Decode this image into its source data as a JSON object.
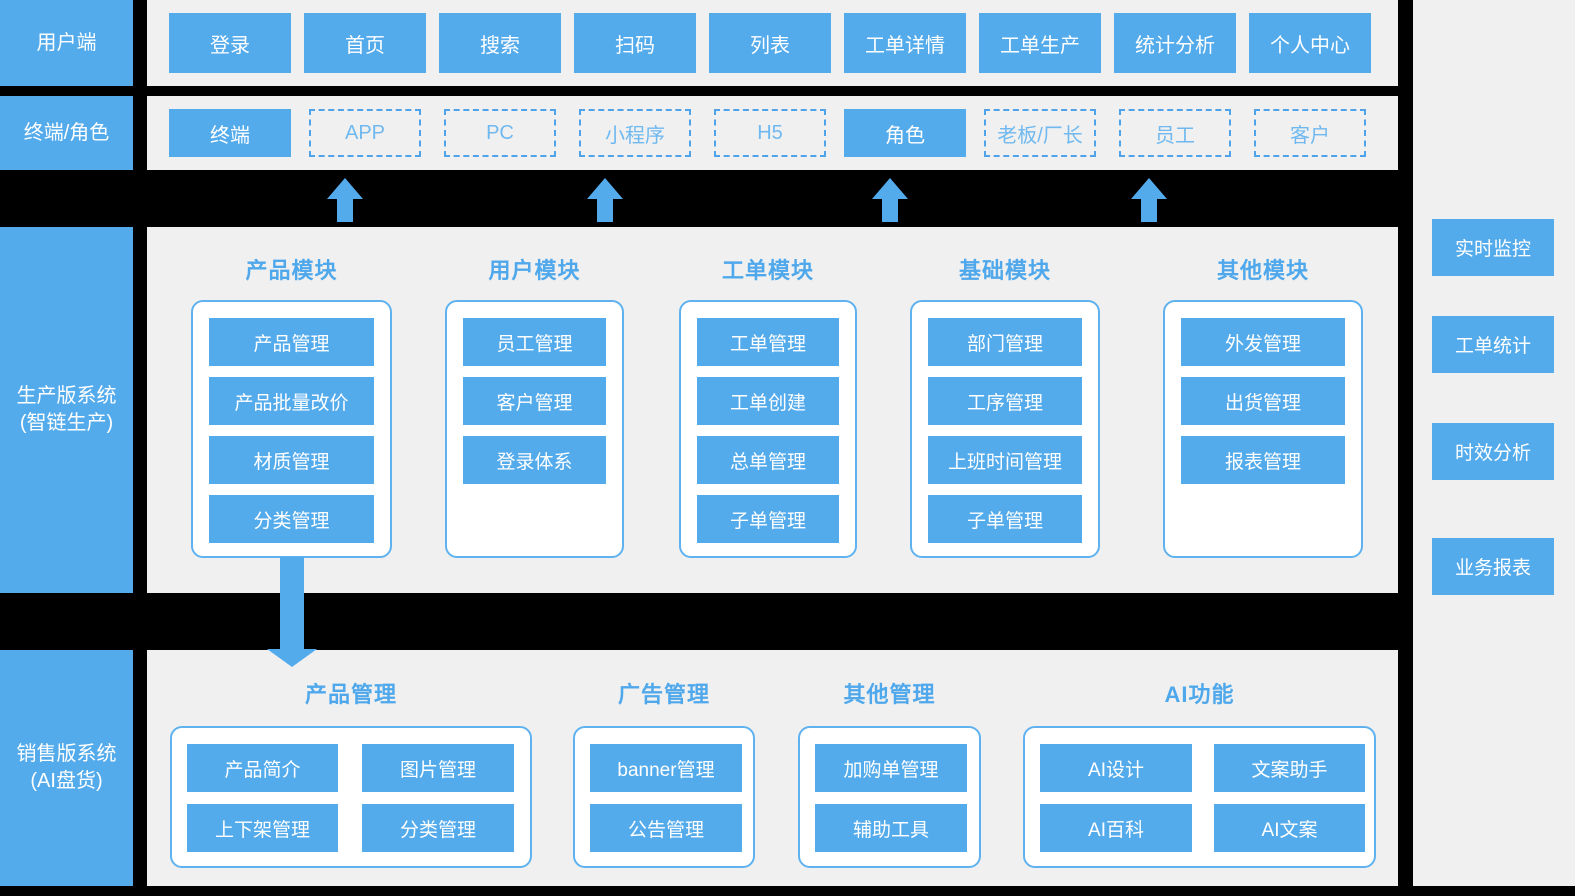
{
  "colors": {
    "accent_blue": "#54ABEC",
    "panel_gray": "#F0F0F0",
    "background_black": "#000000",
    "card_border_blue": "#5FB2EF",
    "dashed_border_blue": "#4FA3E8",
    "dashed_text_blue": "#6FB9F0",
    "title_text_blue": "#4FA8EB",
    "text_white": "#FFFFFF"
  },
  "left_rail": {
    "row1": "用户端",
    "row2": "终端/角色",
    "production_line1": "生产版系统",
    "production_line2": "(智链生产)",
    "sales_line1": "销售版系统",
    "sales_line2": "(AI盘货)"
  },
  "top_nav": {
    "items": [
      "登录",
      "首页",
      "搜索",
      "扫码",
      "列表",
      "工单详情",
      "工单生产",
      "统计分析",
      "个人中心"
    ]
  },
  "terminal_row": {
    "terminal_label": "终端",
    "terminal_options": [
      "APP",
      "PC",
      "小程序",
      "H5"
    ],
    "role_label": "角色",
    "role_options": [
      "老板/厂长",
      "员工",
      "客户"
    ]
  },
  "production_system": {
    "modules": [
      {
        "title": "产品模块",
        "items": [
          "产品管理",
          "产品批量改价",
          "材质管理",
          "分类管理"
        ]
      },
      {
        "title": "用户模块",
        "items": [
          "员工管理",
          "客户管理",
          "登录体系"
        ]
      },
      {
        "title": "工单模块",
        "items": [
          "工单管理",
          "工单创建",
          "总单管理",
          "子单管理"
        ]
      },
      {
        "title": "基础模块",
        "items": [
          "部门管理",
          "工序管理",
          "上班时间管理",
          "子单管理"
        ]
      },
      {
        "title": "其他模块",
        "items": [
          "外发管理",
          "出货管理",
          "报表管理"
        ]
      }
    ]
  },
  "sales_system": {
    "modules": [
      {
        "title": "产品管理",
        "items": [
          "产品简介",
          "图片管理",
          "上下架管理",
          "分类管理"
        ]
      },
      {
        "title": "广告管理",
        "items": [
          "banner管理",
          "公告管理"
        ]
      },
      {
        "title": "其他管理",
        "items": [
          "加购单管理",
          "辅助工具"
        ]
      },
      {
        "title": "AI功能",
        "items": [
          "AI设计",
          "文案助手",
          "AI百科",
          "AI文案"
        ]
      }
    ]
  },
  "right_rail": {
    "items": [
      "实时监控",
      "工单统计",
      "时效分析",
      "业务报表"
    ]
  }
}
